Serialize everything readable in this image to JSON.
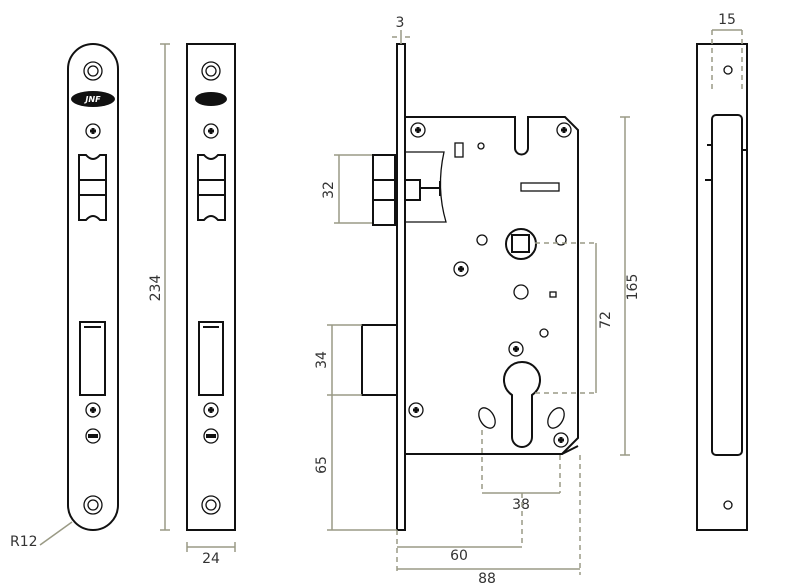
{
  "drawing": {
    "logo_text": "JNF",
    "dimensions": {
      "plate_thickness": "3",
      "side_width": "15",
      "latch_height": "32",
      "faceplate_length": "234",
      "body_height": "165",
      "center_distance": "72",
      "deadbolt_height": "34",
      "deadbolt_to_bottom": "65",
      "cylinder_width": "38",
      "backset": "60",
      "body_depth": "88",
      "faceplate_width": "24",
      "corner_radius": "R12"
    },
    "colors": {
      "line": "#111111",
      "dimension": "#9a9a85"
    }
  }
}
